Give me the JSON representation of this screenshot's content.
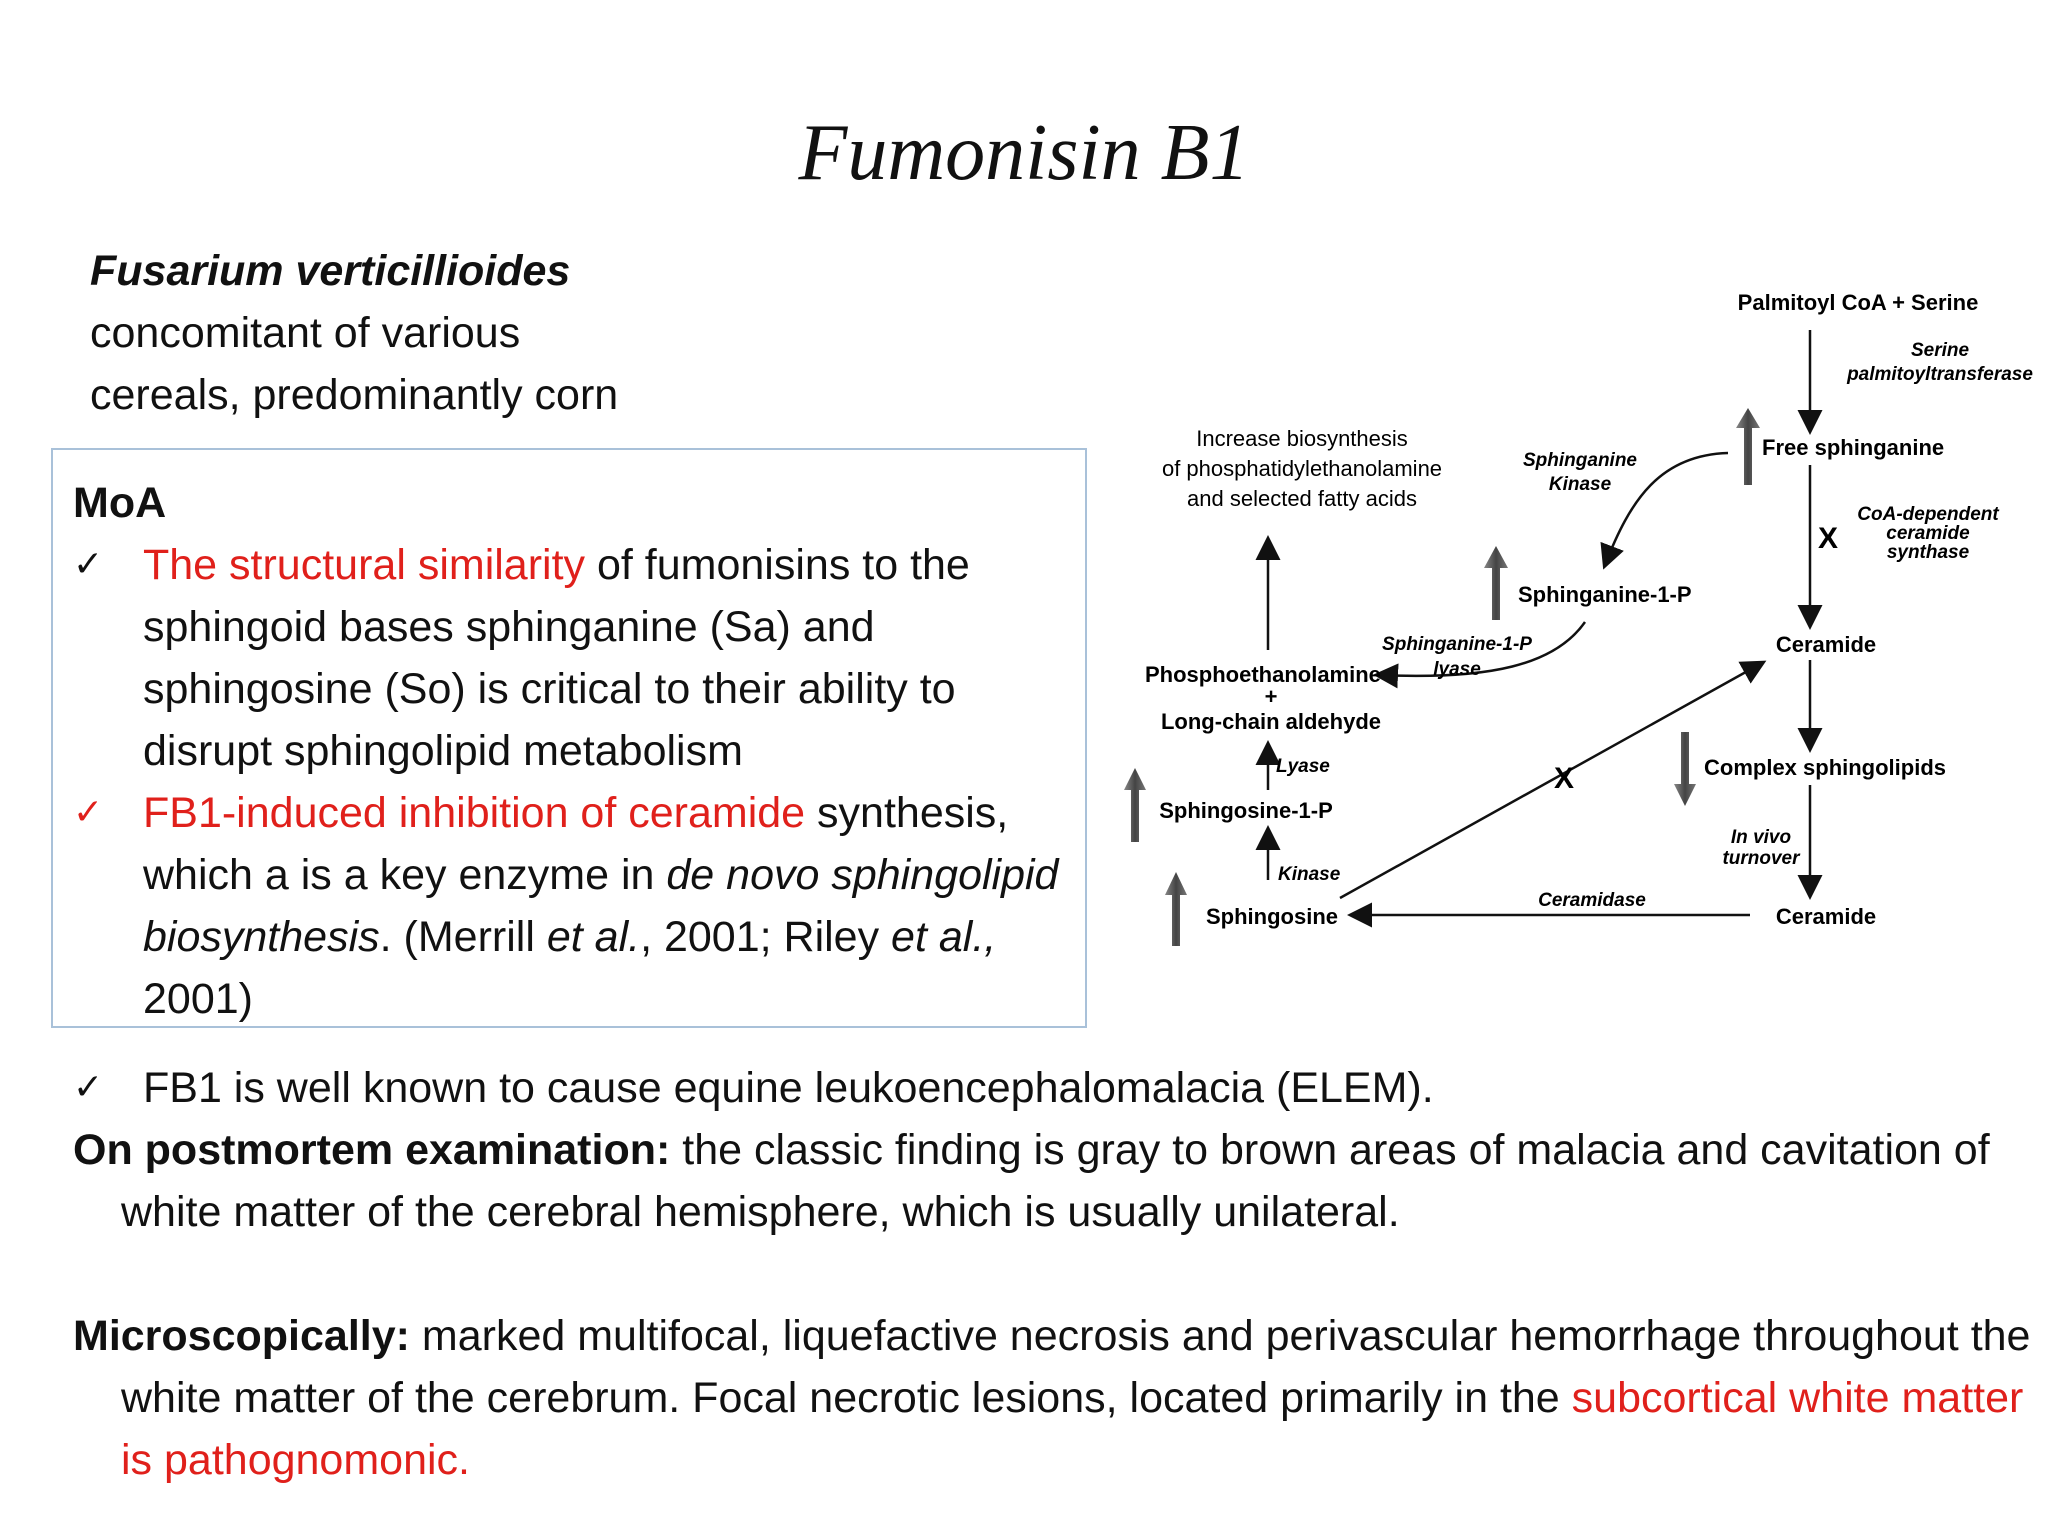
{
  "title": "Fumonisin B1",
  "intro": {
    "organism": "Fusarium verticillioides",
    "line1": "concomitant of various",
    "line2": "cereals, predominantly corn"
  },
  "moa": {
    "heading": "MoA",
    "p1_red": "The structural similarity",
    "p1_rest": " of fumonisins to the sphingoid bases sphinganine (Sa) and sphingosine (So) is critical to their ability to disrupt sphingolipid metabolism",
    "p2_red": "FB1-induced inhibition of ceramide",
    "p2_rest_a": " synthesis, which a is a key enzyme in ",
    "p2_rest_b": "de novo sphingolipid biosynthesis",
    "p2_rest_c": ". (Merrill ",
    "p2_etal1": "et al.",
    "p2_rest_d": ", 2001; Riley ",
    "p2_etal2": "et al.,",
    "p2_rest_e": " 2001)"
  },
  "body": {
    "elem": "FB1 is well known to cause equine leukoencephalomalacia (ELEM).",
    "pm_label": "On postmortem examination:",
    "pm_text": " the classic finding is gray to brown areas of malacia and cavitation of white matter of the cerebral hemisphere, which is usually unilateral.",
    "micro_label": "Microscopically:",
    "micro_text": " marked multifocal, liquefactive necrosis and perivascular hemorrhage throughout the white matter of the cerebrum. Focal necrotic lesions, located primarily in the ",
    "micro_red": "subcortical white matter is pathognomonic."
  },
  "diagram": {
    "palmitoyl": "Palmitoyl CoA + Serine",
    "spt1": "Serine",
    "spt2": "palmitoyltransferase",
    "free_sa": "Free sphinganine",
    "sa_kinase1": "Sphinganine",
    "sa_kinase2": "Kinase",
    "increase1": "Increase biosynthesis",
    "increase2": "of phosphatidylethanolamine",
    "increase3": "and selected fatty acids",
    "coa1": "CoA-dependent",
    "coa2": "ceramide",
    "coa3": "synthase",
    "sa1p": "Sphinganine-1-P",
    "sa1p_lyase1": "Sphinganine-1-P",
    "sa1p_lyase2": "lyase",
    "ceramide1": "Ceramide",
    "pe": "Phosphoethanolamine",
    "plus": "+",
    "lca": "Long-chain aldehyde",
    "lyase": "Lyase",
    "complex": "Complex sphingolipids",
    "so1p": "Sphingosine-1-P",
    "invivo1": "In vivo",
    "invivo2": "turnover",
    "kinase": "Kinase",
    "ceramidase": "Ceramidase",
    "sphingosine": "Sphingosine",
    "ceramide2": "Ceramide",
    "x_mark": "X"
  }
}
